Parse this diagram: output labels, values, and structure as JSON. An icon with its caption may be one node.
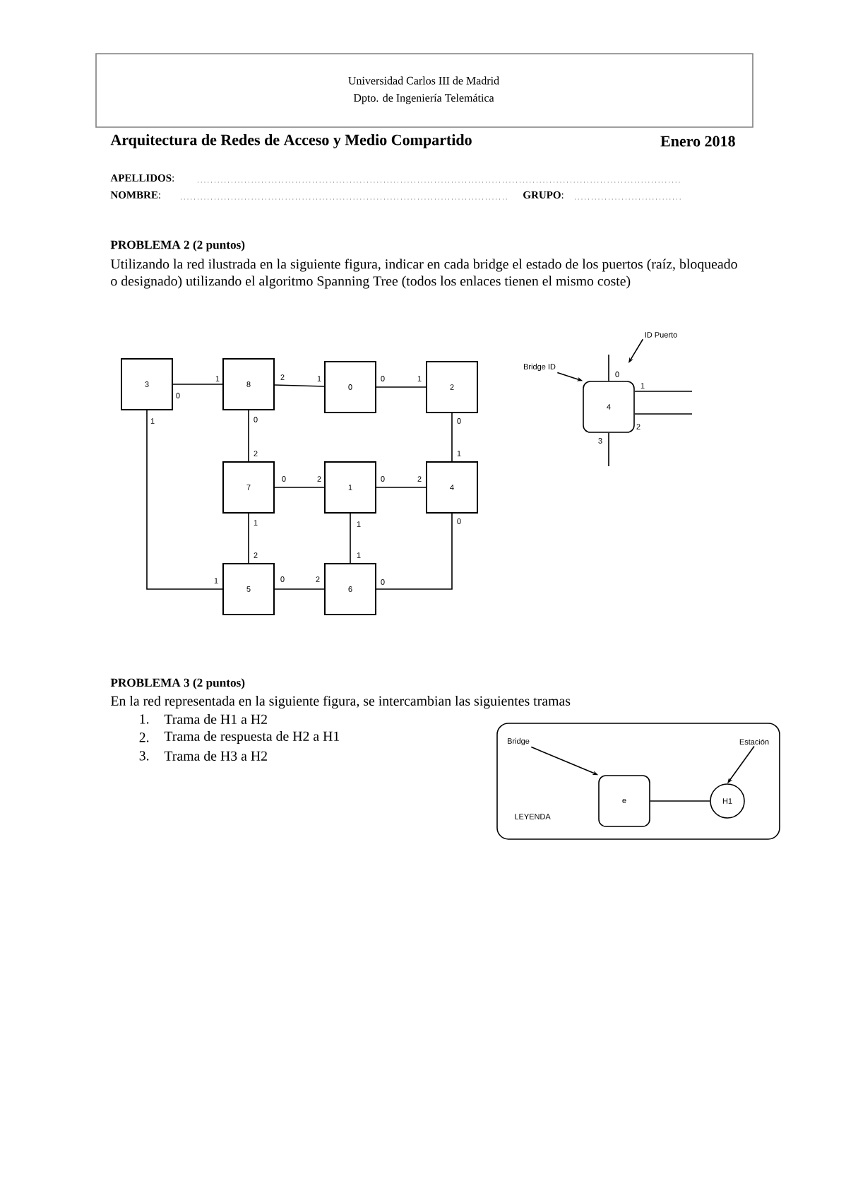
{
  "diagram": {
    "title": "Arquitectura de Redes de Acceso y Medio Compartido",
    "nodes": [
      {
        "text": [
          "3"
        ],
        "beside": [
          "0",
          "1"
        ]
      },
      {
        "text": [
          "8"
        ],
        "beside": [
          "1",
          "2",
          "0"
        ]
      },
      {
        "text": [
          "0"
        ],
        "beside": [
          "1",
          "0"
        ]
      },
      {
        "text": [
          "2"
        ],
        "beside": [
          "1",
          "0"
        ]
      },
      {
        "text": [
          "7"
        ],
        "beside": [
          "2",
          "0",
          "1"
        ]
      },
      {
        "text": [
          "1"
        ],
        "beside": [
          "2",
          "0",
          "1"
        ]
      },
      {
        "text": [
          "4"
        ],
        "beside": [
          "1",
          "2",
          "0"
        ]
      },
      {
        "text": [
          "5"
        ],
        "beside": [
          "1",
          "2",
          "0"
        ]
      },
      {
        "text": [
          "6"
        ],
        "beside": [
          "2",
          "1",
          "0"
        ]
      },
      {
        "text": [
          "4"
        ],
        "beside": [
          "0",
          "1",
          "2",
          "3"
        ]
      },
      {
        "text": [
          "Bridge ID"
        ]
      },
      {
        "text": [
          "ID Puerto"
        ]
      },
      {
        "text": [
          "LEYENDA"
        ]
      },
      {
        "text": [
          "e"
        ],
        "in": 12
      },
      {
        "text": [
          "H1"
        ],
        "in": 12
      },
      {
        "text": [
          "Bridge"
        ],
        "in": 12
      },
      {
        "text": [
          "Estación"
        ],
        "in": 12
      }
    ],
    "edges": [
      {
        "from": 0,
        "to": 1,
        "arrow": "none"
      },
      {
        "from": 1,
        "to": 2,
        "arrow": "none"
      },
      {
        "from": 2,
        "to": 3,
        "arrow": "none"
      },
      {
        "from": 1,
        "to": 4,
        "arrow": "none"
      },
      {
        "from": 3,
        "to": 6,
        "arrow": "none"
      },
      {
        "from": 4,
        "to": 5,
        "arrow": "none"
      },
      {
        "from": 5,
        "to": 6,
        "arrow": "none"
      },
      {
        "from": 0,
        "to": 7,
        "arrow": "none"
      },
      {
        "from": 4,
        "to": 7,
        "arrow": "none"
      },
      {
        "from": 5,
        "to": 8,
        "arrow": "none"
      },
      {
        "from": 7,
        "to": 8,
        "arrow": "none"
      },
      {
        "from": 8,
        "to": 6,
        "arrow": "none"
      },
      {
        "from": 9,
        "to": null,
        "arrow": "none"
      },
      {
        "from": 9,
        "to": null,
        "arrow": "none"
      },
      {
        "from": 9,
        "to": null,
        "arrow": "none"
      },
      {
        "from": 9,
        "to": null,
        "arrow": "none"
      },
      {
        "from": 10,
        "to": 9,
        "arrow": "to"
      },
      {
        "from": 11,
        "to": null,
        "arrow": "to"
      },
      {
        "from": 13,
        "to": 14,
        "arrow": "none"
      },
      {
        "from": 15,
        "to": 13,
        "arrow": "to"
      },
      {
        "from": 16,
        "to": 14,
        "arrow": "to"
      }
    ],
    "labels": [
      "Universidad Carlos III de Madrid",
      "Dpto. de Ingeniería Telemática",
      "Enero 2018",
      "**APELLIDOS**:",
      "**NOMBRE**:",
      "**GRUPO**:",
      "PROBLEMA 2 (2 puntos)",
      "Utilizando la red ilustrada en la siguiente figura, indicar en cada bridge el estado de los puertos (raíz, bloqueado o designado) utilizando el algoritmo Spanning Tree (todos los enlaces tienen el mismo coste)",
      "PROBLEMA 3 (2 puntos)",
      "En la red representada en la siguiente figura, se intercambian las siguientes tramas",
      "1.",
      "Trama de H1 a H2",
      "2.",
      "Trama de respuesta de H2 a H1",
      "3.",
      "Trama de H3 a H2"
    ]
  }
}
